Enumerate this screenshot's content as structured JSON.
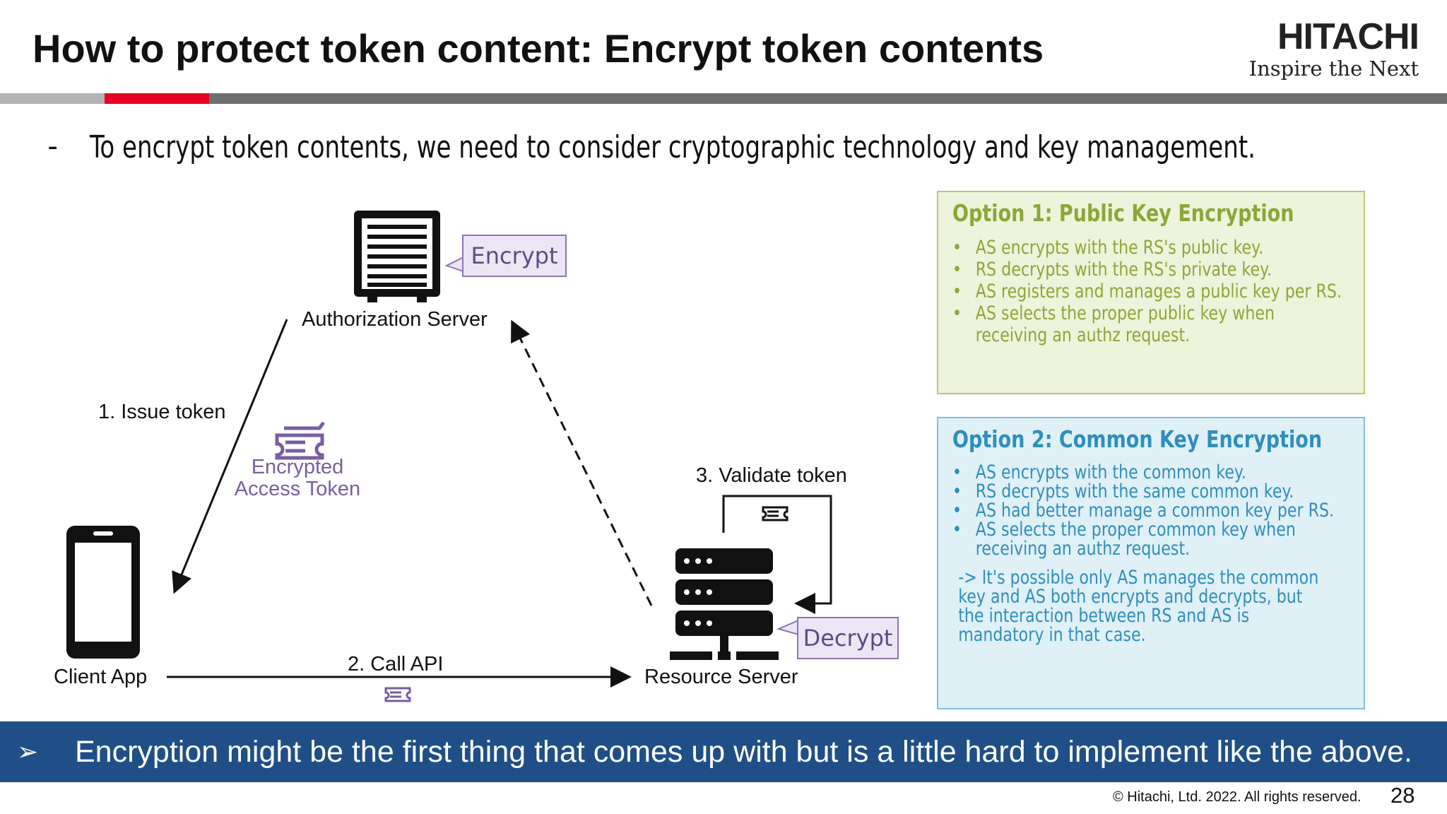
{
  "header": {
    "title": "How to protect token content: Encrypt token contents",
    "logo_word": "HITACHI",
    "logo_tagline": "Inspire the Next"
  },
  "bullet": {
    "marker": "-",
    "text": "To encrypt token contents, we need to consider cryptographic technology and key management."
  },
  "diagram": {
    "authorization_server": "Authorization Server",
    "encrypt_callout": "Encrypt",
    "issue_token": "1. Issue token",
    "encrypted_token_line1": "Encrypted",
    "encrypted_token_line2": "Access Token",
    "validate_token": "3. Validate token",
    "client_app": "Client App",
    "call_api": "2. Call API",
    "resource_server": "Resource Server",
    "decrypt_callout": "Decrypt"
  },
  "option1": {
    "title": "Option 1: Public Key Encryption",
    "items": [
      "AS encrypts with the RS's public key.",
      "RS decrypts with the RS's private key.",
      "AS registers and manages a public key per RS.",
      "AS selects the proper public key when receiving an authz request."
    ]
  },
  "option2": {
    "title": "Option 2: Common Key Encryption",
    "items": [
      "AS encrypts with the common key.",
      "RS decrypts with the same common key.",
      "AS had better manage a common key per RS.",
      "AS selects the proper common key when receiving an authz request."
    ],
    "note": "-> It's possible only AS manages the common key and AS both encrypts and decrypts, but the interaction between RS and AS is mandatory in that case."
  },
  "banner": {
    "icon": "➢",
    "text": "Encryption might be the first thing that comes up with but is a little hard to implement like the above."
  },
  "footer": {
    "copyright": "© Hitachi, Ltd. 2022. All rights reserved.",
    "page": "28"
  },
  "colors": {
    "accent_red": "#e60027",
    "banner_blue": "#1f4f86",
    "purple": "#7a5ea0",
    "option1_green": "#8aa837",
    "option2_blue": "#2e8fbc"
  }
}
